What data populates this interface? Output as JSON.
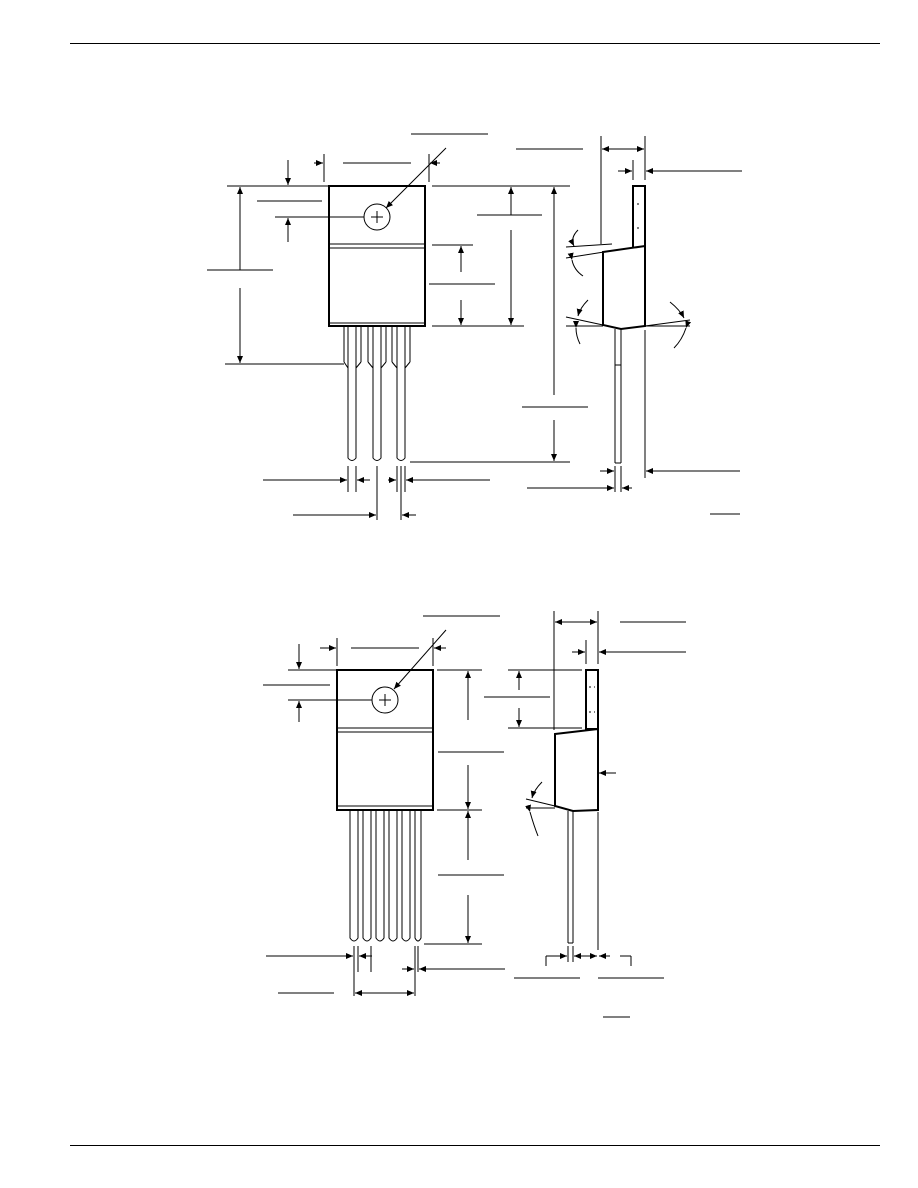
{
  "page": {
    "header_rule": "top-rule",
    "footer_rule": "bottom-rule"
  },
  "drawings": [
    {
      "id": "package-3-lead",
      "views": [
        "front-view",
        "side-view"
      ],
      "lead_count": 3
    },
    {
      "id": "package-5-lead",
      "views": [
        "front-view",
        "side-view"
      ],
      "lead_count": 5
    }
  ],
  "colors": {
    "line": "#000000",
    "background": "#ffffff"
  }
}
